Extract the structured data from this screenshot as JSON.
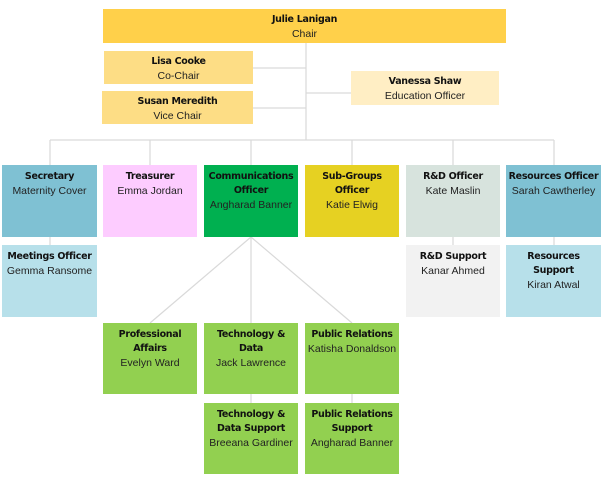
{
  "top": [
    {
      "title": "Julie Lanigan",
      "sub": "Chair",
      "color": "#ffd04a"
    },
    {
      "title": "Lisa Cooke",
      "sub": "Co-Chair",
      "color": "#fddd85"
    },
    {
      "title": "Susan Meredith",
      "sub": "Vice Chair",
      "color": "#fddd85"
    },
    {
      "title": "Vanessa Shaw",
      "sub": "Education Officer",
      "color": "#ffeec4"
    }
  ],
  "row1": [
    {
      "title": "Secretary",
      "sub": "Maternity Cover",
      "color": "#7fc1d3"
    },
    {
      "title": "Treasurer",
      "sub": "Emma Jordan",
      "color": "#fdccff"
    },
    {
      "title": "Communications Officer",
      "sub": "Angharad Banner",
      "color": "#00b050"
    },
    {
      "title": "Sub-Groups Officer",
      "sub": "Katie Elwig",
      "color": "#e6d122"
    },
    {
      "title": "R&D Officer",
      "sub": "Kate Maslin",
      "color": "#d7e3dd"
    },
    {
      "title": "Resources Officer",
      "sub": "Sarah Cawtherley",
      "color": "#7fc1d3"
    }
  ],
  "row2": [
    {
      "title": "Meetings Officer",
      "sub": "Gemma Ransome",
      "color": "#b7e0ea"
    },
    {
      "title": "R&D Support",
      "sub": "Kanar Ahmed",
      "color": "#f2f2f2"
    },
    {
      "title": "Resources Support",
      "sub": "Kiran Atwal",
      "color": "#b7e0ea"
    }
  ],
  "row3": [
    {
      "title": "Professional Affairs",
      "sub": "Evelyn Ward",
      "color": "#92d050"
    },
    {
      "title": "Technology & Data",
      "sub": "Jack Lawrence",
      "color": "#92d050"
    },
    {
      "title": "Public Relations",
      "sub": "Katisha Donaldson",
      "color": "#92d050"
    }
  ],
  "row4": [
    {
      "title": "Technology & Data Support",
      "sub": "Breeana Gardiner",
      "color": "#92d050"
    },
    {
      "title": "Public Relations Support",
      "sub": "Angharad Banner",
      "color": "#92d050"
    }
  ]
}
